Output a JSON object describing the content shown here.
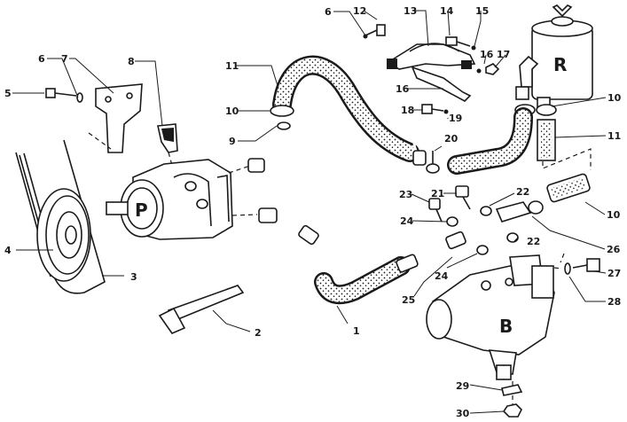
{
  "parts": {
    "p1": "1",
    "p2": "2",
    "p3": "3",
    "p4": "4",
    "p5": "5",
    "p6a": "6",
    "p6b": "6",
    "p7": "7",
    "p8": "8",
    "p9": "9",
    "p10a": "10",
    "p10b": "10",
    "p10c": "10",
    "p11a": "11",
    "p11b": "11",
    "p12": "12",
    "p13": "13",
    "p14": "14",
    "p15": "15",
    "p16a": "16",
    "p16b": "16",
    "p17": "17",
    "p18": "18",
    "p19": "19",
    "p20": "20",
    "p21": "21",
    "p22a": "22",
    "p22b": "22",
    "p23": "23",
    "p24a": "24",
    "p24b": "24",
    "p25": "25",
    "p26": "26",
    "p27": "27",
    "p28": "28",
    "p29": "29",
    "p30": "30"
  },
  "components": {
    "pump": "P",
    "reservoir": "R",
    "steering_box": "B"
  },
  "colors": {
    "ink": "#1a1a1a",
    "paper": "#ffffff",
    "hose_fill": "#d9d9d9"
  }
}
